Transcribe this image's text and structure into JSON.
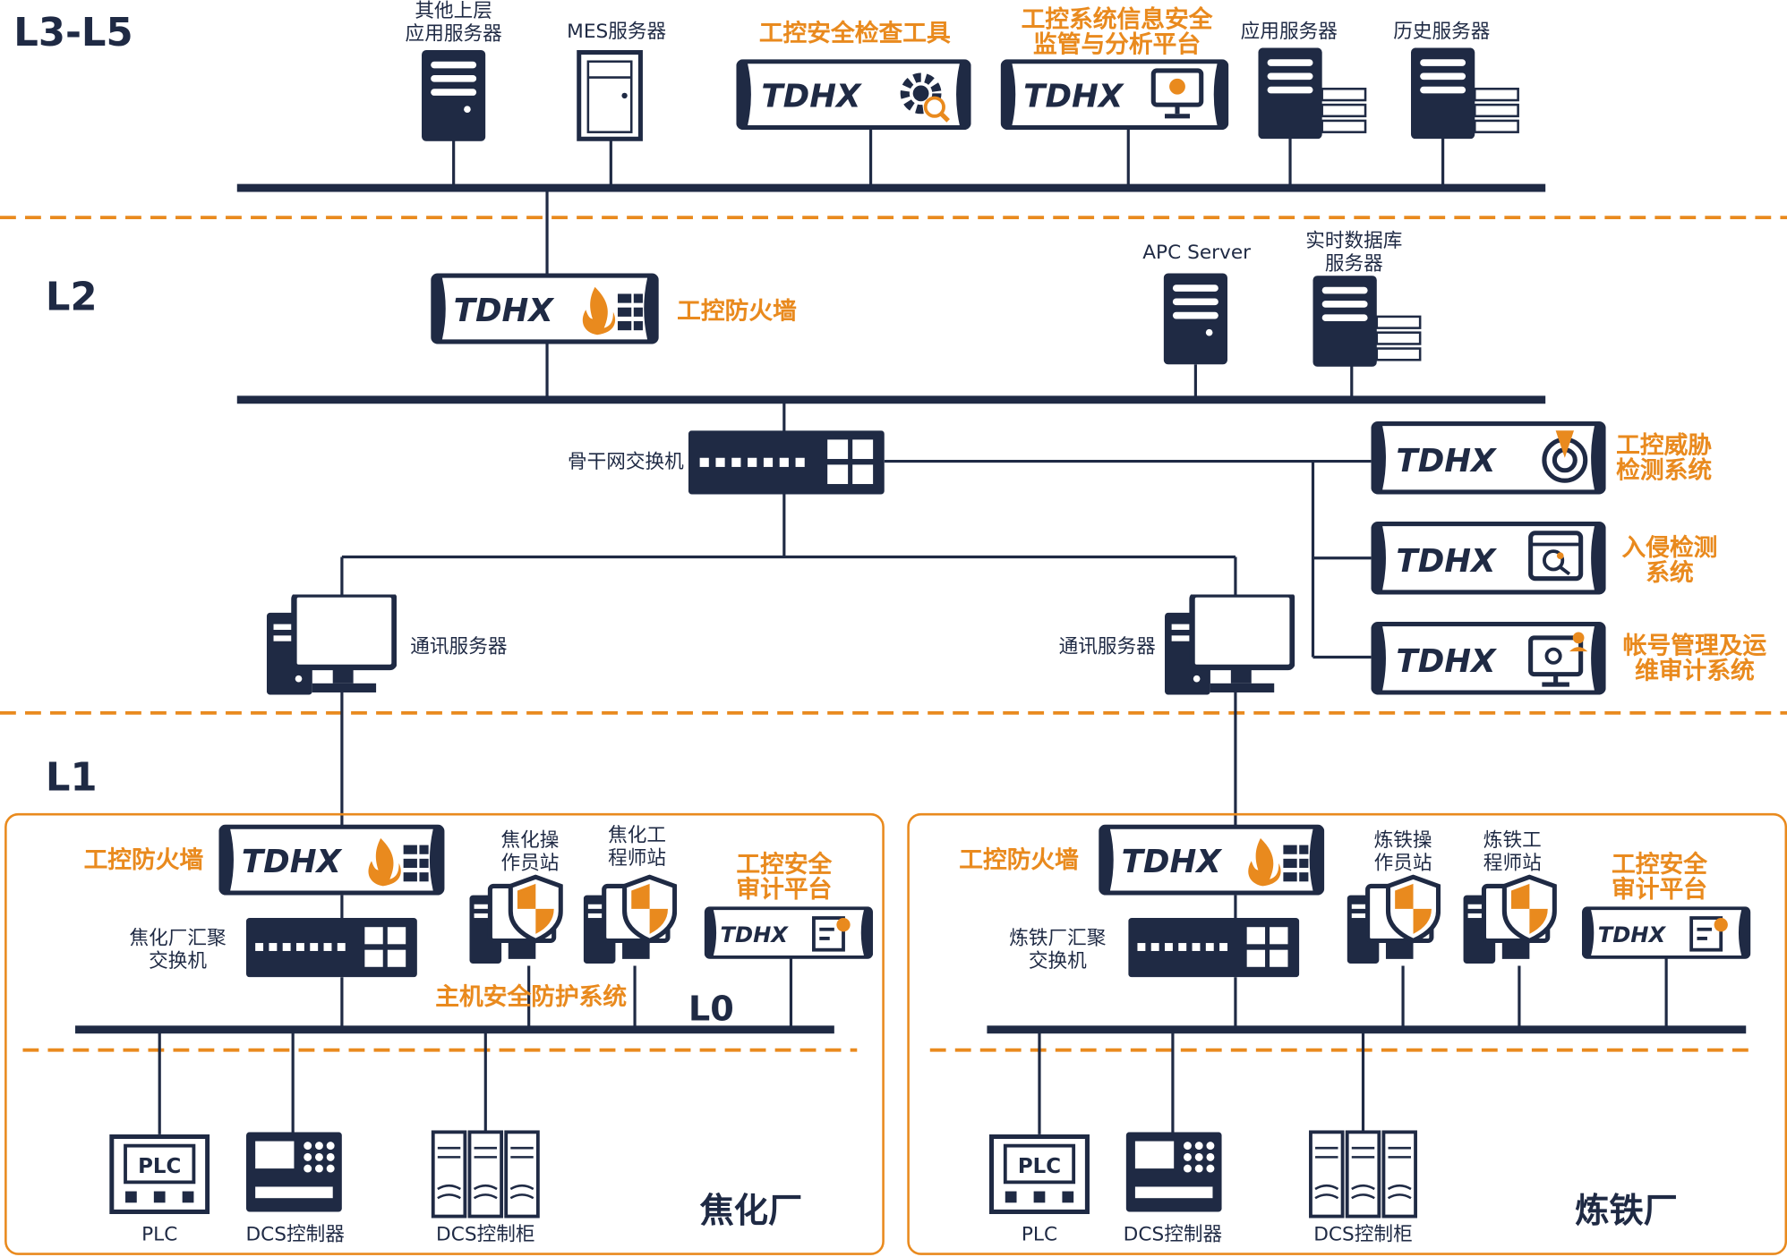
{
  "levels": {
    "l3_l5": "L3-L5",
    "l2": "L2",
    "l1": "L1",
    "l0": "L0"
  },
  "top": {
    "other_servers": "其他上层\n应用服务器",
    "mes_server": "MES服务器",
    "check_tool": "工控安全检查工具",
    "supervision_platform": "工控系统信息安全\n监管与分析平台",
    "app_server": "应用服务器",
    "history_server": "历史服务器"
  },
  "l2": {
    "firewall": "工控防火墙",
    "apc_server": "APC Server",
    "realtime_db": "实时数据库\n服务器",
    "backbone_switch": "骨干网交换机",
    "threat_detection": "工控威胁\n检测系统",
    "intrusion_detection": "入侵检测\n系统",
    "account_audit": "帐号管理及运\n维审计系统",
    "comm_server_left": "通讯服务器",
    "comm_server_right": "通讯服务器"
  },
  "plants": {
    "coking": {
      "name": "焦化厂",
      "firewall": "工控防火墙",
      "switch": "焦化厂汇聚\n交换机",
      "operator_station": "焦化操\n作员站",
      "engineer_station": "焦化工\n程师站",
      "audit_platform": "工控安全\n审计平台",
      "host_protection": "主机安全防护系统",
      "plc": "PLC",
      "dcs_controller": "DCS控制器",
      "dcs_cabinet": "DCS控制柜"
    },
    "ironmaking": {
      "name": "炼铁厂",
      "firewall": "工控防火墙",
      "switch": "炼铁厂汇聚\n交换机",
      "operator_station": "炼铁操\n作员站",
      "engineer_station": "炼铁工\n程师站",
      "audit_platform": "工控安全\n审计平台",
      "plc": "PLC",
      "dcs_controller": "DCS控制器",
      "dcs_cabinet": "DCS控制柜"
    }
  },
  "brand": "TDHX",
  "plc_screen": "PLC",
  "colors": {
    "navy": "#1f2a44",
    "orange": "#e98a1e"
  }
}
